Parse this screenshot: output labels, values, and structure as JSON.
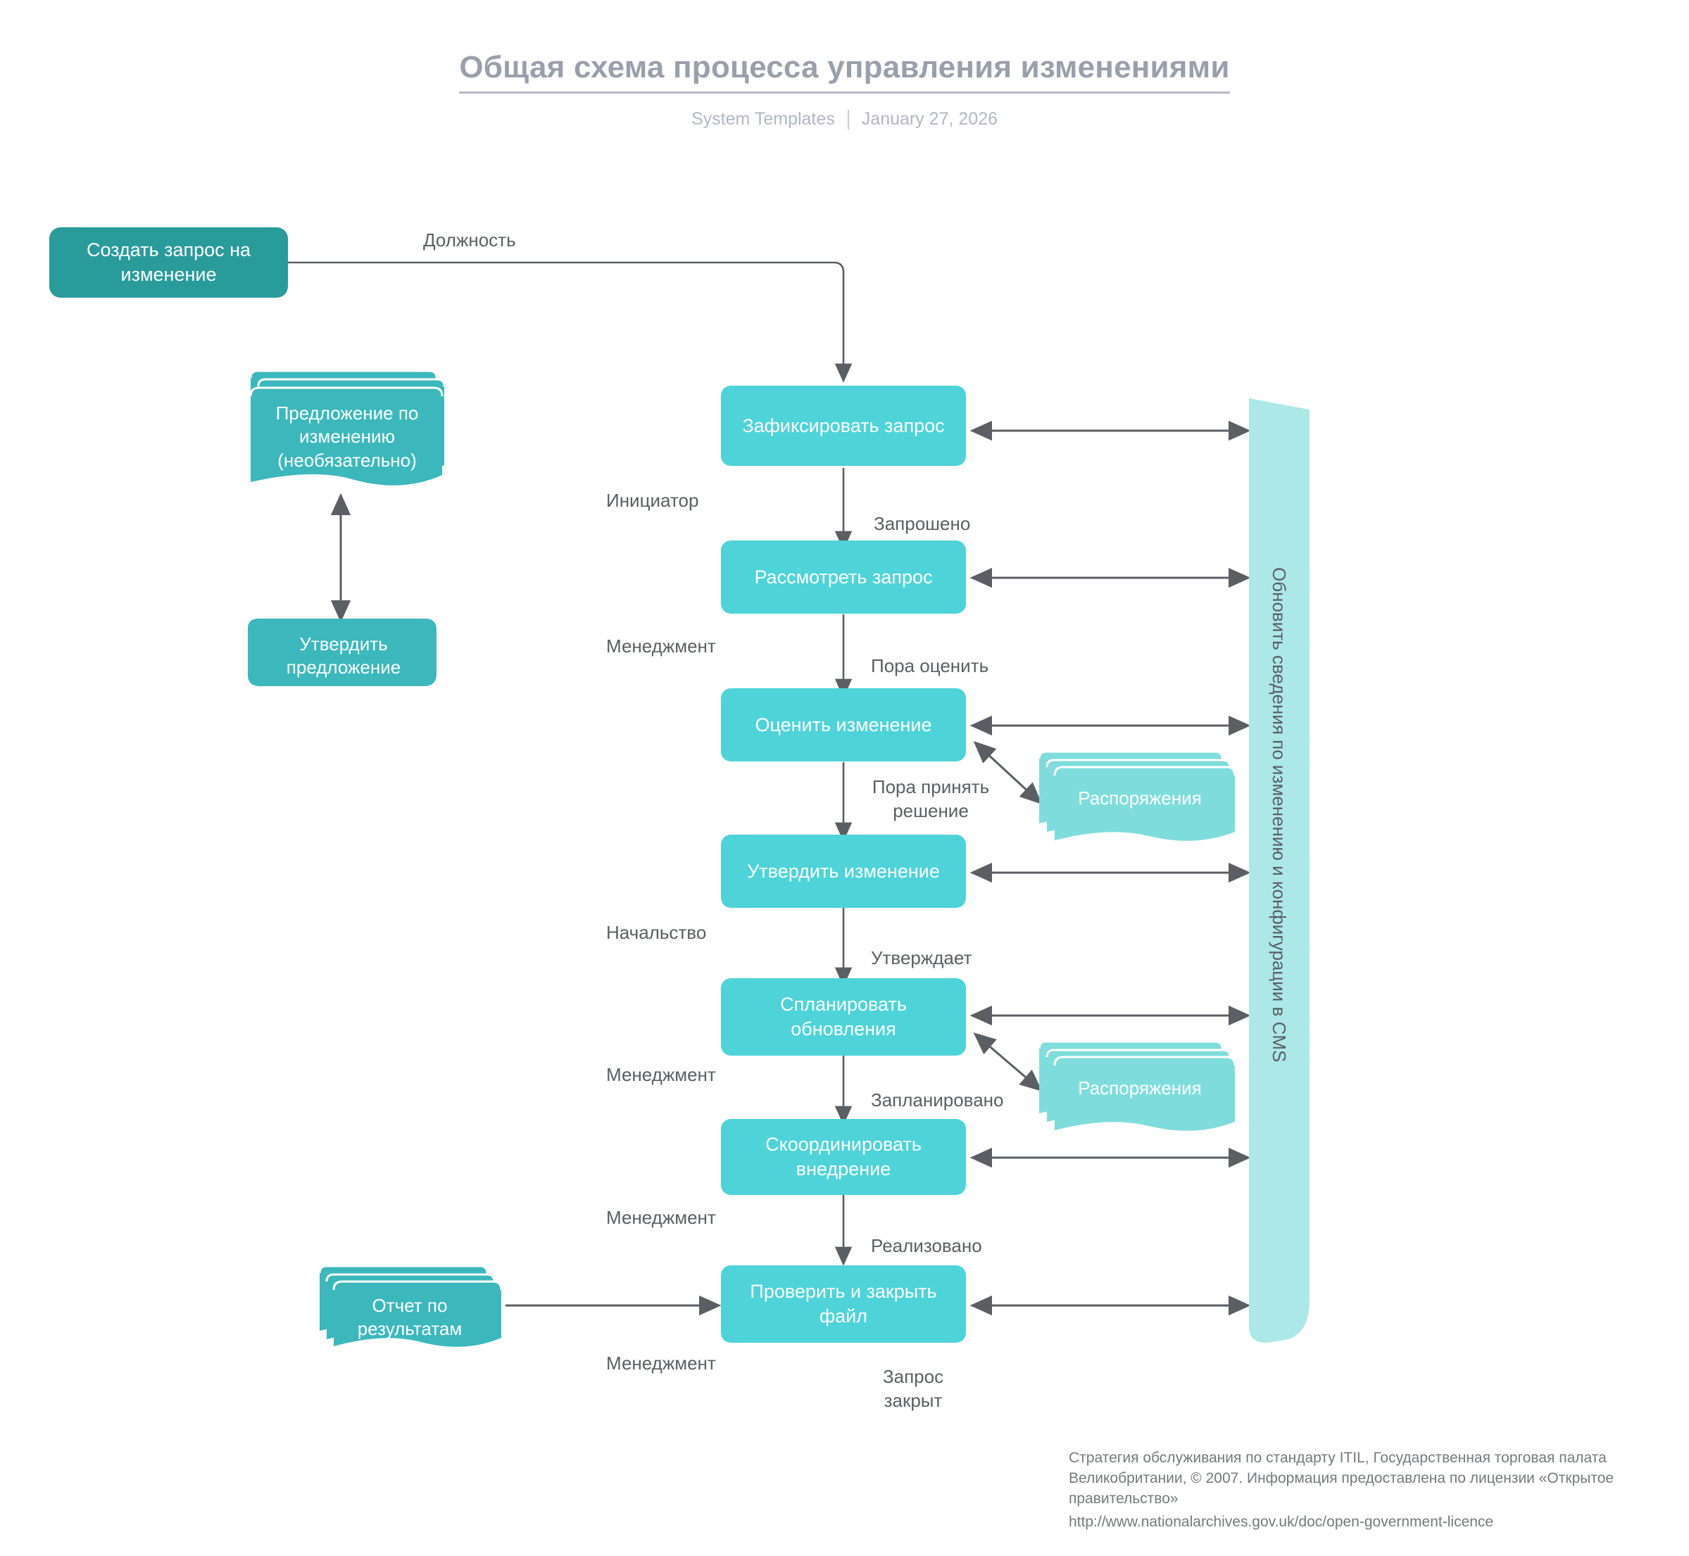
{
  "header": {
    "title": "Общая схема процесса управления изменениями",
    "source": "System Templates",
    "date": "January 27, 2026"
  },
  "colors": {
    "start_node": "#2a9b9b",
    "process_node": "#4ed3d8",
    "document_dark": "#3cb8bc",
    "document_light": "#7fdcdc",
    "cms_bar": "#ade8e8",
    "arrow": "#5b5f63",
    "title_text": "#9aa0ab",
    "label_text": "#5b5f63"
  },
  "nodes": {
    "start": "Создать запрос на изменение",
    "proposal_doc": "Предложение по изменению (необязательно)",
    "approve_proposal": "Утвердить предложение",
    "log_request": "Зафиксировать запрос",
    "review_request": "Рассмотреть запрос",
    "assess_change": "Оценить изменение",
    "approve_change": "Утвердить изменение",
    "plan_updates": "Спланировать обновления",
    "coordinate_impl": "Скоординировать внедрение",
    "verify_close": "Проверить и закрыть файл",
    "orders_doc_1": "Распоряжения",
    "orders_doc_2": "Распоряжения",
    "results_report": "Отчет по результатам",
    "cms_bar": "Обновить сведения по изменению и конфигурации в CMS"
  },
  "edge_labels": {
    "position": "Должность",
    "requested": "Запрошено",
    "time_to_assess": "Пора оценить",
    "time_to_decide": "Пора принять\nрешение",
    "approves": "Утверждает",
    "planned": "Запланировано",
    "implemented": "Реализовано",
    "request_closed": "Запрос\nзакрыт"
  },
  "lane_labels": {
    "initiator": "Инициатор",
    "management_1": "Менеджмент",
    "chief": "Начальство",
    "management_2": "Менеджмент",
    "management_3": "Менеджмент",
    "management_4": "Менеджмент"
  },
  "footer": {
    "line1": "Стратегия обслуживания по стандарту ITIL, Государственная торговая палата Великобритании, © 2007. Информация предоставлена по лицензии «Открытое правительство»",
    "url": "http://www.nationalarchives.gov.uk/doc/open-government-licence"
  }
}
